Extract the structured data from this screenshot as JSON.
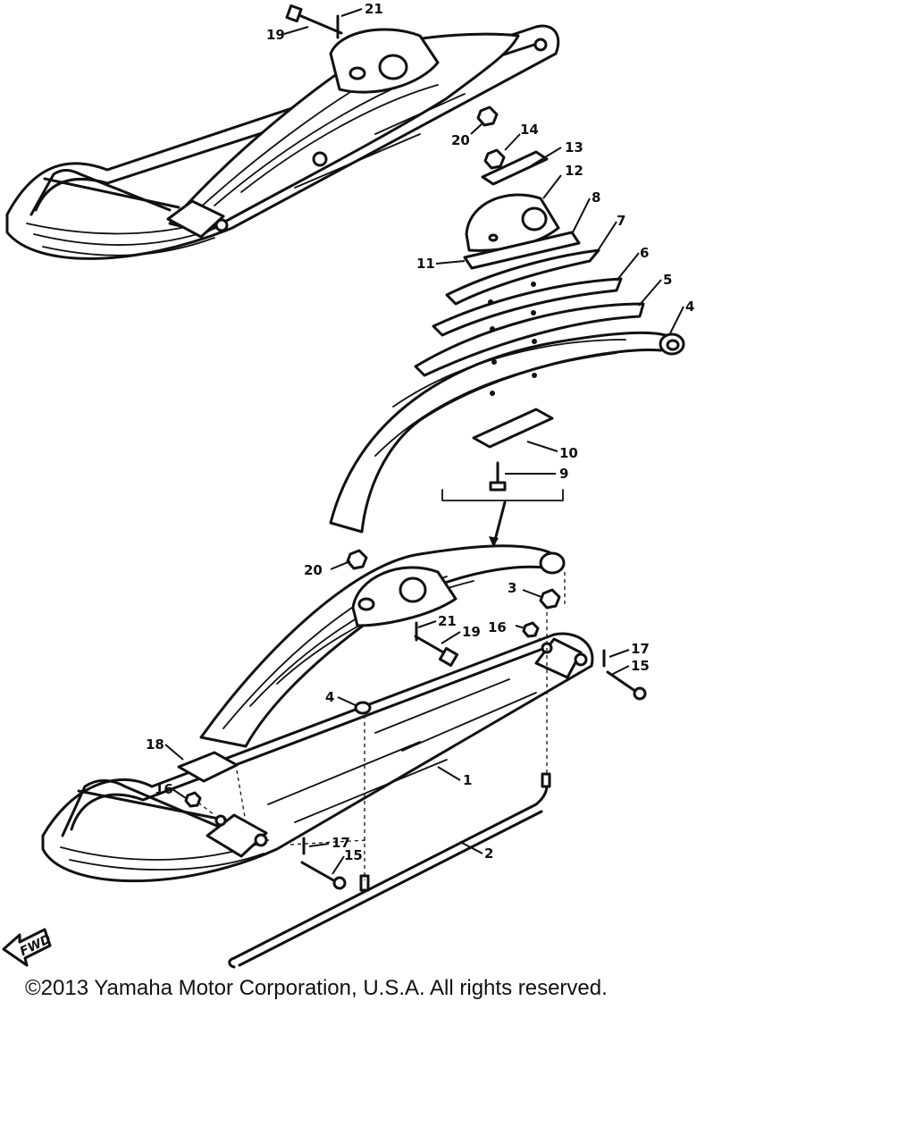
{
  "fwd_label": "FWD",
  "callouts": [
    "21",
    "19",
    "20",
    "14",
    "13",
    "12",
    "8",
    "11",
    "7",
    "6",
    "5",
    "4",
    "10",
    "9",
    "20",
    "3",
    "21",
    "19",
    "16",
    "17",
    "15",
    "4",
    "18",
    "1",
    "16",
    "17",
    "15",
    "2"
  ],
  "copyright": "©2013 Yamaha Motor Corporation, U.S.A. All rights reserved."
}
